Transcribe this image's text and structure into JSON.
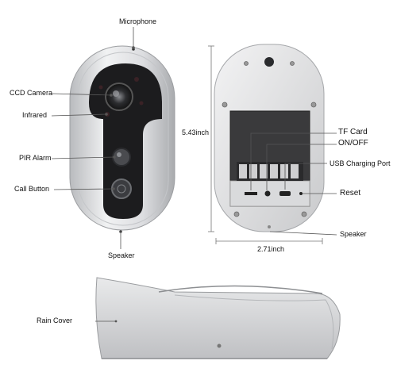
{
  "front_labels": {
    "microphone": "Microphone",
    "ccd_camera": "CCD Camera",
    "infrared": "Infrared",
    "pir_alarm": "PIR Alarm",
    "call_button": "Call Button",
    "speaker": "Speaker"
  },
  "back_labels": {
    "tf_card": "TF Card",
    "on_off": "ON/OFF",
    "usb_charging_port": "USB Charging Port",
    "reset": "Reset",
    "speaker": "Speaker"
  },
  "dimensions": {
    "height": "5.43inch",
    "width": "2.71inch"
  },
  "side_labels": {
    "rain_cover": "Rain Cover"
  },
  "colors": {
    "silver_body": "#d9dadc",
    "black_panel": "#1c1c1e",
    "back_plate": "#3a3a3c",
    "leader_line": "#555555"
  },
  "icons": [
    "camera-lens-icon",
    "pir-sensor-icon",
    "call-button-icon",
    "screw-icon"
  ]
}
